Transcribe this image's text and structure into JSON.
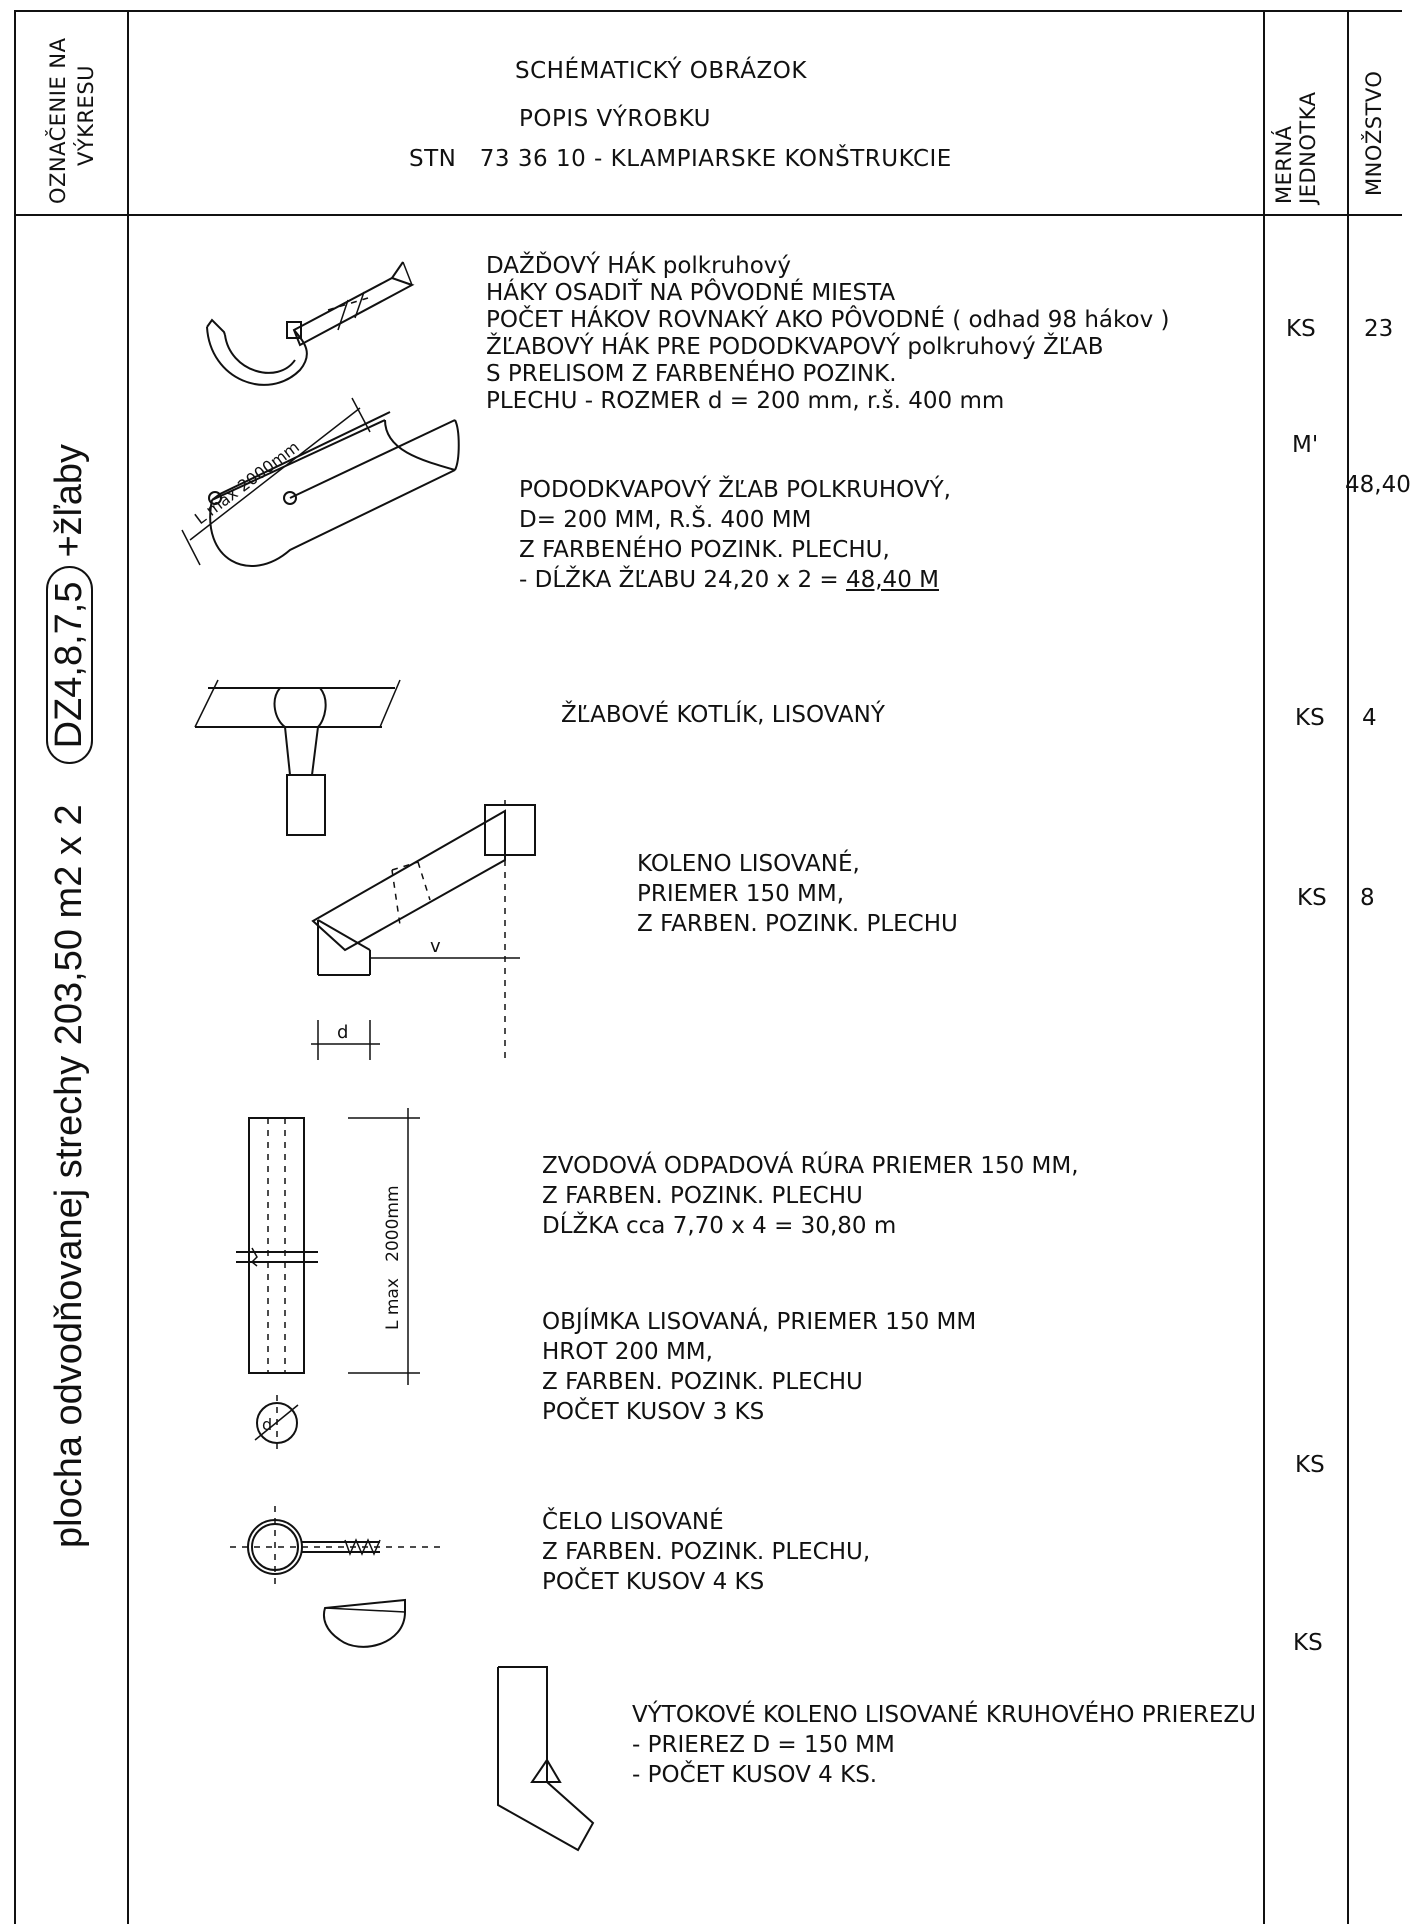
{
  "header": {
    "col_mark": [
      "OZNAČENIE NA",
      "VÝKRESU"
    ],
    "title_lines": [
      "SCHÉMATICKÝ OBRÁZOK",
      "POPIS VÝROBKU",
      "STN   73 36 10 - KLAMPIARSKE KONŠTRUKCIE"
    ],
    "col_unit": [
      "MERNÁ",
      "JEDNOTKA"
    ],
    "col_qty": "MNOŽSTVO"
  },
  "side": {
    "area_text": "plocha odvodňovanej strechy 203,50 m2 x 2",
    "badge": "DZ4,8,7,5",
    "suffix": "+žľaby"
  },
  "items": [
    {
      "lines": [
        "DAŽĎOVÝ HÁK polkruhový",
        "HÁKY OSADIŤ NA PÔVODNÉ MIESTA",
        "POČET HÁKOV ROVNAKÝ AKO PÔVODNÉ ( odhad 98 hákov )",
        "ŽĽABOVÝ HÁK PRE PODODKVAPOVÝ polkruhový ŽĽAB",
        "S PRELISOM Z FARBENÉHO POZINK.",
        "PLECHU - ROZMER d = 200 mm, r.š. 400 mm"
      ],
      "unit": "KS",
      "qty": "23"
    },
    {
      "lines": [
        "PODODKVAPOVÝ ŽĽAB POLKRUHOVÝ,",
        "D= 200 MM, R.Š. 400 MM",
        "Z FARBENÉHO POZINK. PLECHU,",
        "- DĹŽKA ŽĽABU 24,20 x 2 = "
      ],
      "underlined": "48,40 M",
      "unit": "M'",
      "qty": "48,40"
    },
    {
      "lines": [
        "ŽĽABOVÉ KOTLÍK, LISOVANÝ"
      ],
      "unit": "KS",
      "qty": "4"
    },
    {
      "lines": [
        "KOLENO LISOVANÉ,",
        "PRIEMER 150 MM,",
        "Z FARBEN. POZINK. PLECHU"
      ],
      "unit": "KS",
      "qty": "8"
    },
    {
      "lines": [
        "ZVODOVÁ ODPADOVÁ RÚRA PRIEMER 150 MM,",
        "Z FARBEN. POZINK. PLECHU",
        "DĹŽKA cca 7,70 x 4 = 30,80 m"
      ],
      "unit": "",
      "qty": ""
    },
    {
      "lines": [
        "OBJÍMKA LISOVANÁ, PRIEMER 150 MM",
        "HROT 200 MM,",
        "Z FARBEN. POZINK. PLECHU",
        "POČET KUSOV 3 KS"
      ],
      "unit": "KS",
      "qty": ""
    },
    {
      "lines": [
        "ČELO LISOVANÉ",
        "Z FARBEN. POZINK. PLECHU,",
        "POČET KUSOV 4 KS"
      ],
      "unit": "KS",
      "qty": ""
    },
    {
      "lines": [
        "VÝTOKOVÉ KOLENO LISOVANÉ KRUHOVÉHO PRIEREZU",
        "- PRIEREZ D = 150 MM",
        "- POČET KUSOV 4 KS."
      ],
      "unit": "",
      "qty": ""
    }
  ],
  "drawing_labels": {
    "gutter_length": "L max 2000mm",
    "elbow_d": "d",
    "elbow_v": "v",
    "pipe_length": "L max   2000mm",
    "clamp_d": "d"
  }
}
